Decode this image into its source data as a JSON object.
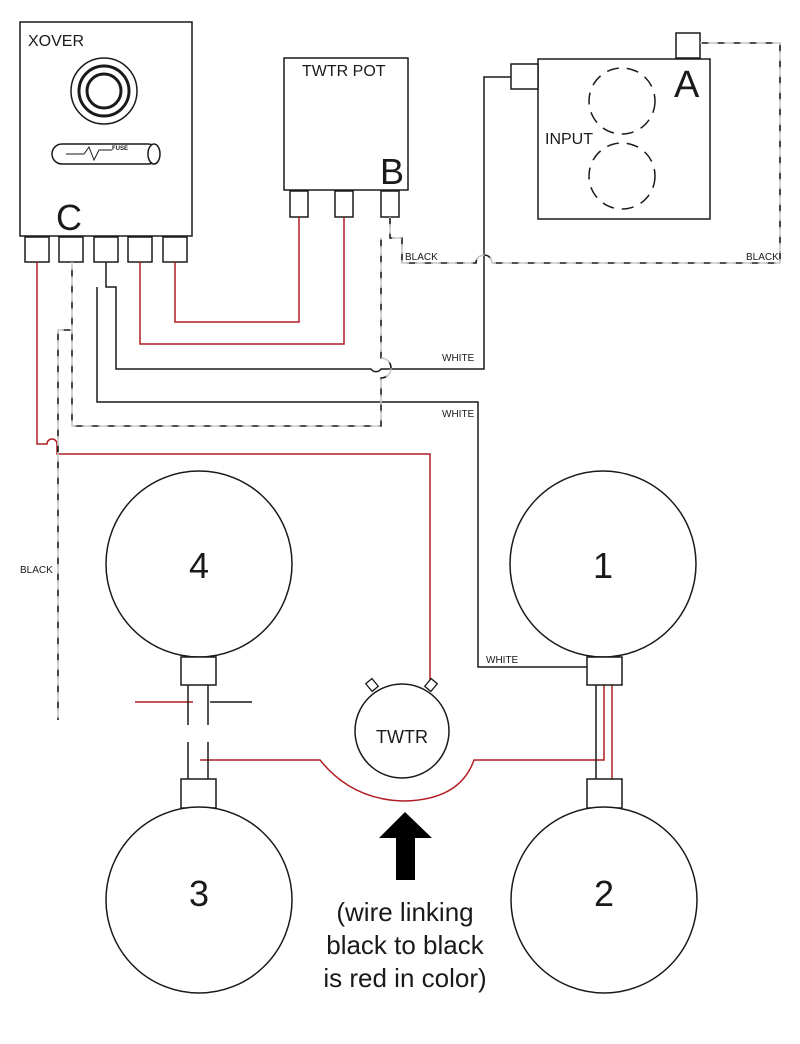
{
  "components": {
    "xover": {
      "title": "XOVER",
      "letter": "C",
      "fuse_label": "FUSE"
    },
    "twtr_pot": {
      "title": "TWTR POT",
      "letter": "B"
    },
    "input": {
      "title": "INPUT",
      "letter": "A"
    },
    "tweeter": {
      "label": "TWTR"
    }
  },
  "speakers": [
    {
      "id": "1"
    },
    {
      "id": "2"
    },
    {
      "id": "3"
    },
    {
      "id": "4"
    }
  ],
  "wire_labels": {
    "black_top_left": "BLACK",
    "black_top_right": "BLACK",
    "white_upper": "WHITE",
    "white_lower": "WHITE",
    "white_speaker": "WHITE",
    "black_left": "BLACK"
  },
  "note": {
    "line1": "(wire linking",
    "line2": "black to black",
    "line3": "is red in color)"
  },
  "colors": {
    "red_wire": "#b01e23",
    "black_wire": "#1a1a1a",
    "dashed_wire": "#c8c8c8"
  }
}
